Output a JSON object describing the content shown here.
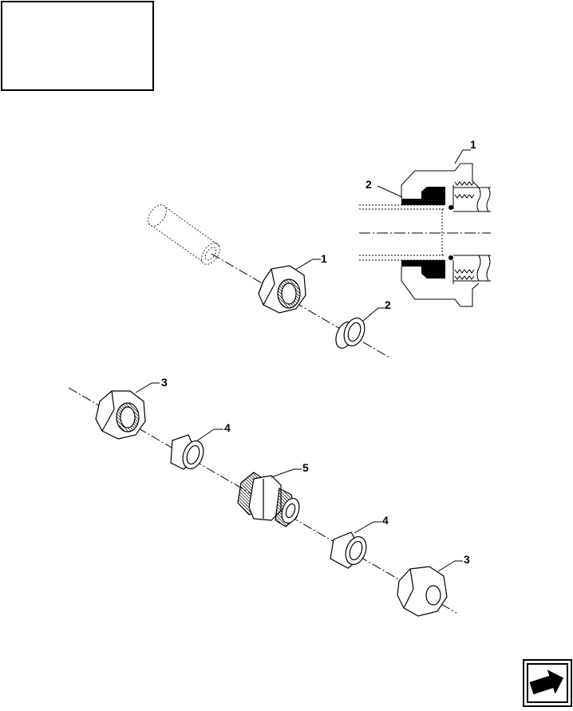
{
  "callouts": {
    "section_nut": "1",
    "section_seal": "2",
    "upper_nut": "1",
    "upper_ring": "2",
    "left_nut": "3",
    "left_ring": "4",
    "union": "5",
    "right_ring": "4",
    "right_nut": "3"
  },
  "nav": {
    "icon": "next-page-arrow-icon"
  }
}
